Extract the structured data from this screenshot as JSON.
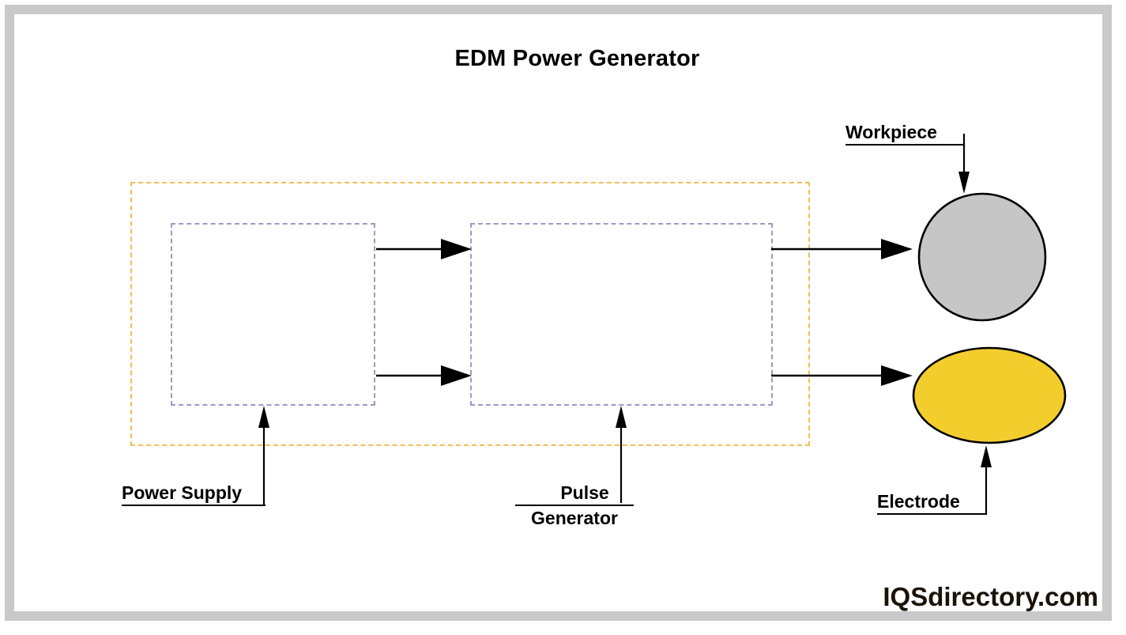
{
  "diagram": {
    "title": "EDM Power Generator",
    "watermark": "IQSdirectory.com",
    "colors": {
      "frame": "#c9c9c9",
      "outer_dashed_box": "#efbf55",
      "inner_dashed_box": "#9a9ac8",
      "workpiece_fill": "#c6c6c6",
      "electrode_fill": "#f2cd2c",
      "arrow": "#000000",
      "background": "#ffffff"
    },
    "labels": {
      "power_supply": "Power Supply",
      "pulse_generator_line1": "Pulse",
      "pulse_generator_line2": "Generator",
      "workpiece": "Workpiece",
      "electrode": "Electrode"
    },
    "blocks": [
      {
        "name": "outer-enclosure",
        "label": "",
        "style": "dashed",
        "color": "#efbf55"
      },
      {
        "name": "power-supply-block",
        "label": "Power Supply",
        "style": "dashed",
        "color": "#9a9ac8"
      },
      {
        "name": "pulse-generator-block",
        "label": "Pulse Generator",
        "style": "dashed",
        "color": "#9a9ac8"
      }
    ],
    "shapes": [
      {
        "name": "workpiece",
        "form": "circle",
        "fill": "#c6c6c6"
      },
      {
        "name": "electrode",
        "form": "ellipse",
        "fill": "#f2cd2c"
      }
    ],
    "connections": [
      {
        "from": "power-supply-block",
        "to": "pulse-generator-block",
        "path": "upper"
      },
      {
        "from": "power-supply-block",
        "to": "pulse-generator-block",
        "path": "lower"
      },
      {
        "from": "pulse-generator-block",
        "to": "workpiece",
        "path": "upper"
      },
      {
        "from": "pulse-generator-block",
        "to": "electrode",
        "path": "lower"
      }
    ]
  }
}
